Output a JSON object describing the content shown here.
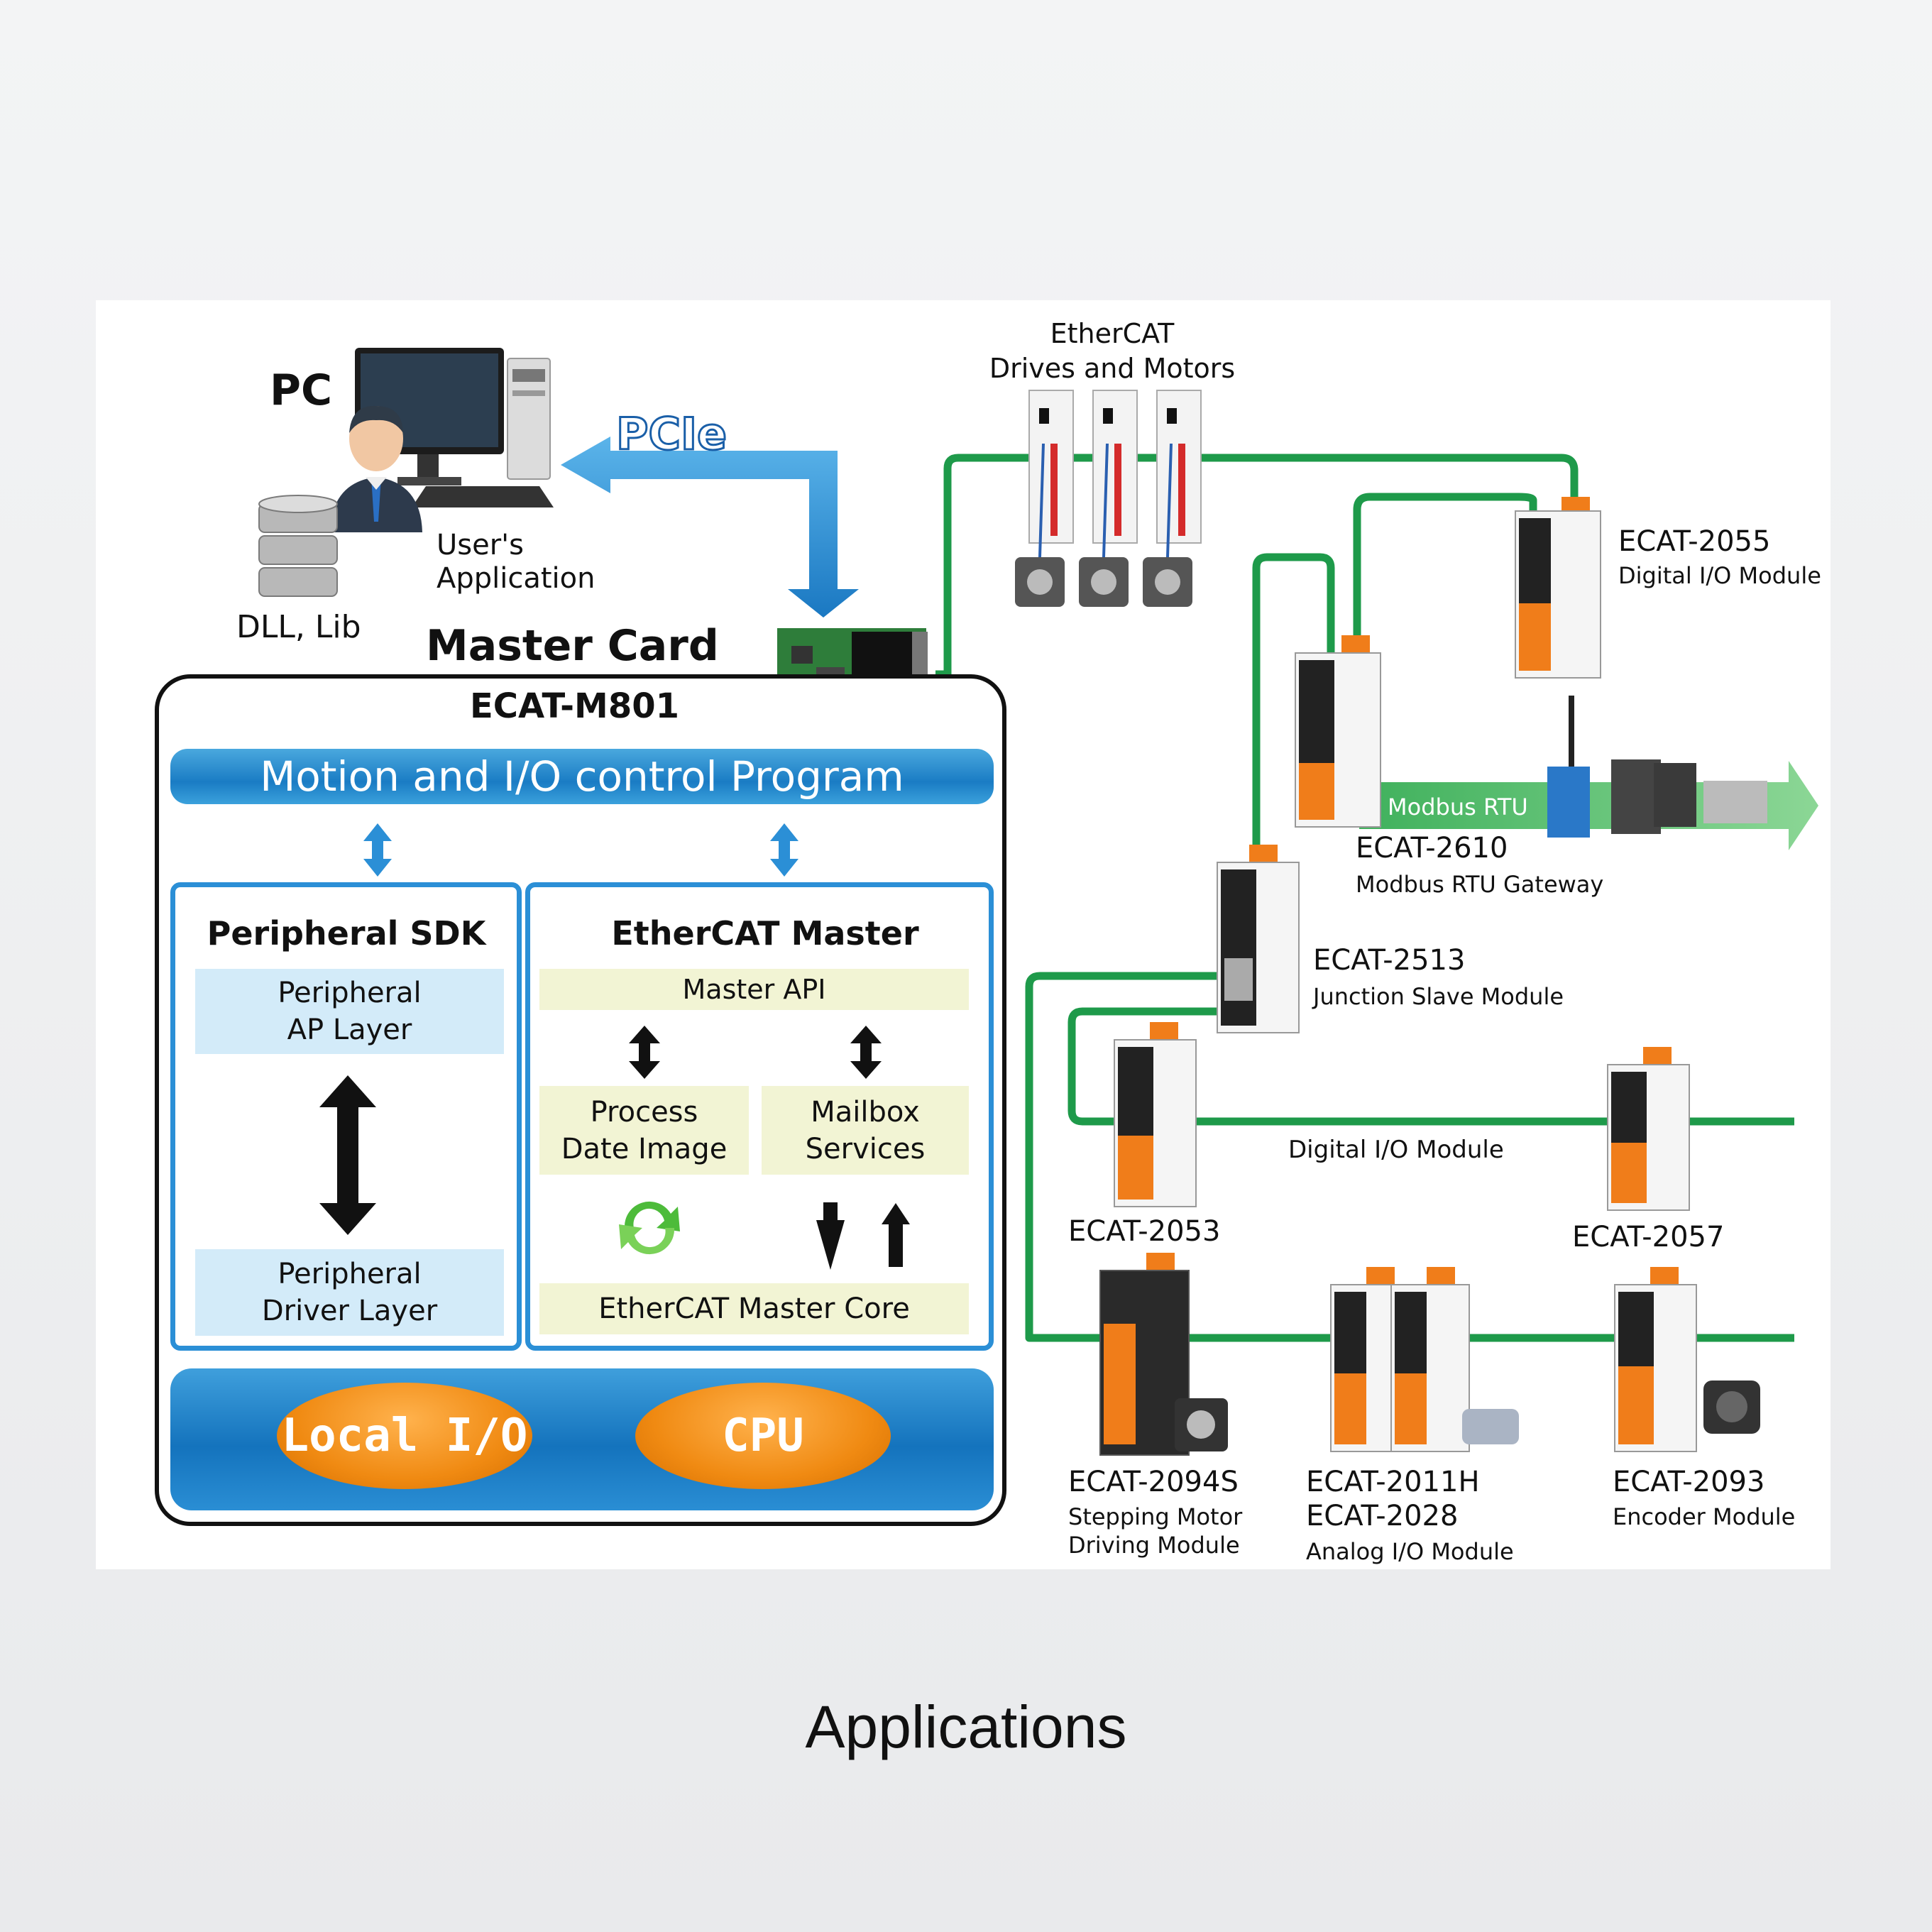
{
  "caption": "Applications",
  "pc": {
    "title": "PC",
    "user_app_line1": "User's",
    "user_app_line2": "Application",
    "dll": "DLL, Lib"
  },
  "pcie": "PCIe",
  "master_card": {
    "title": "Master Card",
    "model": "ECAT-M801",
    "program_bar": "Motion and I/O control Program",
    "peripheral_sdk": {
      "title": "Peripheral SDK",
      "ap_layer_line1": "Peripheral",
      "ap_layer_line2": "AP Layer",
      "driver_layer_line1": "Peripheral",
      "driver_layer_line2": "Driver Layer"
    },
    "ethercat_master": {
      "title": "EtherCAT Master",
      "api": "Master API",
      "process_line1": "Process",
      "process_line2": "Date Image",
      "mailbox_line1": "Mailbox",
      "mailbox_line2": "Services",
      "core": "EtherCAT Master Core"
    },
    "local_io": "Local I/O",
    "cpu": "CPU"
  },
  "drives": {
    "line1": "EtherCAT",
    "line2": "Drives and Motors"
  },
  "modules": {
    "ecat2055": {
      "name": "ECAT-2055",
      "desc": "Digital I/O Module"
    },
    "ecat2610": {
      "name": "ECAT-2610",
      "desc": "Modbus RTU Gateway"
    },
    "modbus_rtu": "Modbus RTU",
    "ecat2513": {
      "name": "ECAT-2513",
      "desc": "Junction Slave Module"
    },
    "ecat2053": {
      "name": "ECAT-2053"
    },
    "digital_io": "Digital I/O Module",
    "ecat2057": {
      "name": "ECAT-2057"
    },
    "ecat2094s": {
      "name": "ECAT-2094S",
      "desc_line1": "Stepping Motor",
      "desc_line2": "Driving Module"
    },
    "ecat2011h": {
      "name_line1": "ECAT-2011H",
      "name_line2": "ECAT-2028",
      "desc": "Analog I/O Module"
    },
    "ecat2093": {
      "name": "ECAT-2093",
      "desc": "Encoder Module"
    }
  },
  "colors": {
    "ethercat_line": "#1e9a4a",
    "accent_blue": "#1a7cc4",
    "oval_orange": "#f08a12",
    "terminal_orange": "#f07d1a"
  }
}
